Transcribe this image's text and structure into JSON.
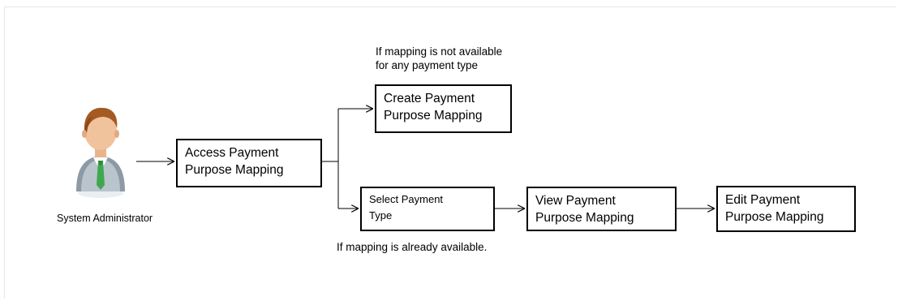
{
  "actor": {
    "label": "System Administrator",
    "icon": "user-avatar-icon"
  },
  "nodes": {
    "access": "Access Payment\nPurpose Mapping",
    "create": "Create Payment\nPurpose Mapping",
    "select": "Select Payment\nType",
    "view": "View Payment\nPurpose Mapping",
    "edit": "Edit Payment\nPurpose Mapping"
  },
  "notes": {
    "not_available": "If mapping is not available\nfor any payment type",
    "already_available": "If mapping is already available."
  },
  "colors": {
    "border": "#000000",
    "frame": "#e6e6e6"
  }
}
